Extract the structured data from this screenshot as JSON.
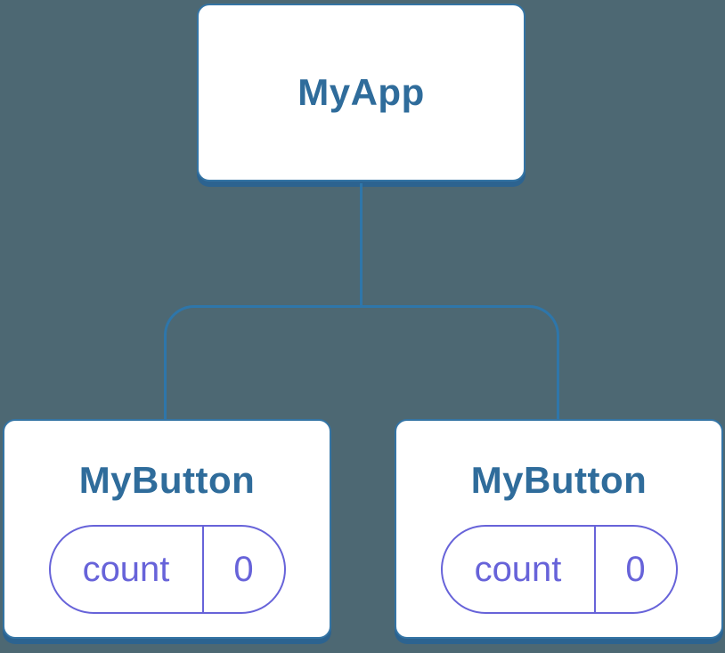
{
  "colors": {
    "bg": "#4D6873",
    "line": "#2E76AA",
    "border": "#3474A4",
    "shadow": "#2C6390",
    "title": "#2F6C9B",
    "state": "#6763D9",
    "boxbg": "#FFFFFF"
  },
  "root": {
    "label": "MyApp"
  },
  "children": [
    {
      "label": "MyButton",
      "state_name": "count",
      "state_value": "0"
    },
    {
      "label": "MyButton",
      "state_name": "count",
      "state_value": "0"
    }
  ]
}
